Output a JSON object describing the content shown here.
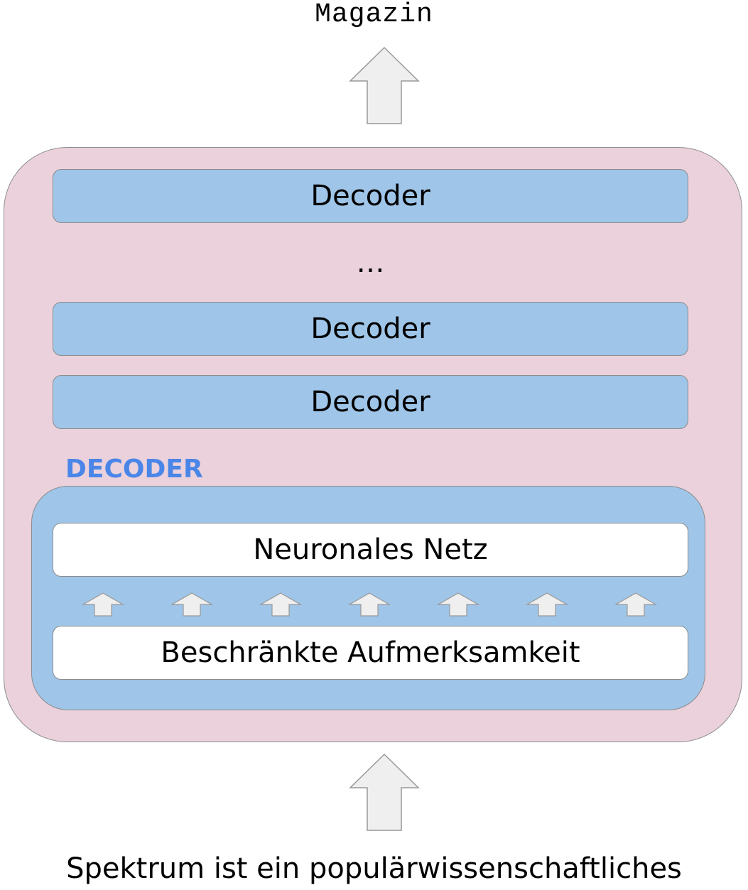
{
  "output_word": "Magazin",
  "decoder_stack": {
    "layers": [
      {
        "label": "Decoder"
      },
      {
        "label": "Decoder"
      },
      {
        "label": "Decoder"
      }
    ],
    "ellipsis": "…"
  },
  "decoder_detail": {
    "title": "DECODER",
    "neural_network_label": "Neuronales Netz",
    "attention_label": "Beschränkte Aufmerksamkeit"
  },
  "input_sentence": "Spektrum ist ein populärwissenschaftliches",
  "colors": {
    "stack_background": "#ead1dc",
    "decoder_blue": "#9fc5e8",
    "title_blue": "#4a86e8",
    "arrow_fill": "#efefef",
    "arrow_stroke": "#999999"
  }
}
